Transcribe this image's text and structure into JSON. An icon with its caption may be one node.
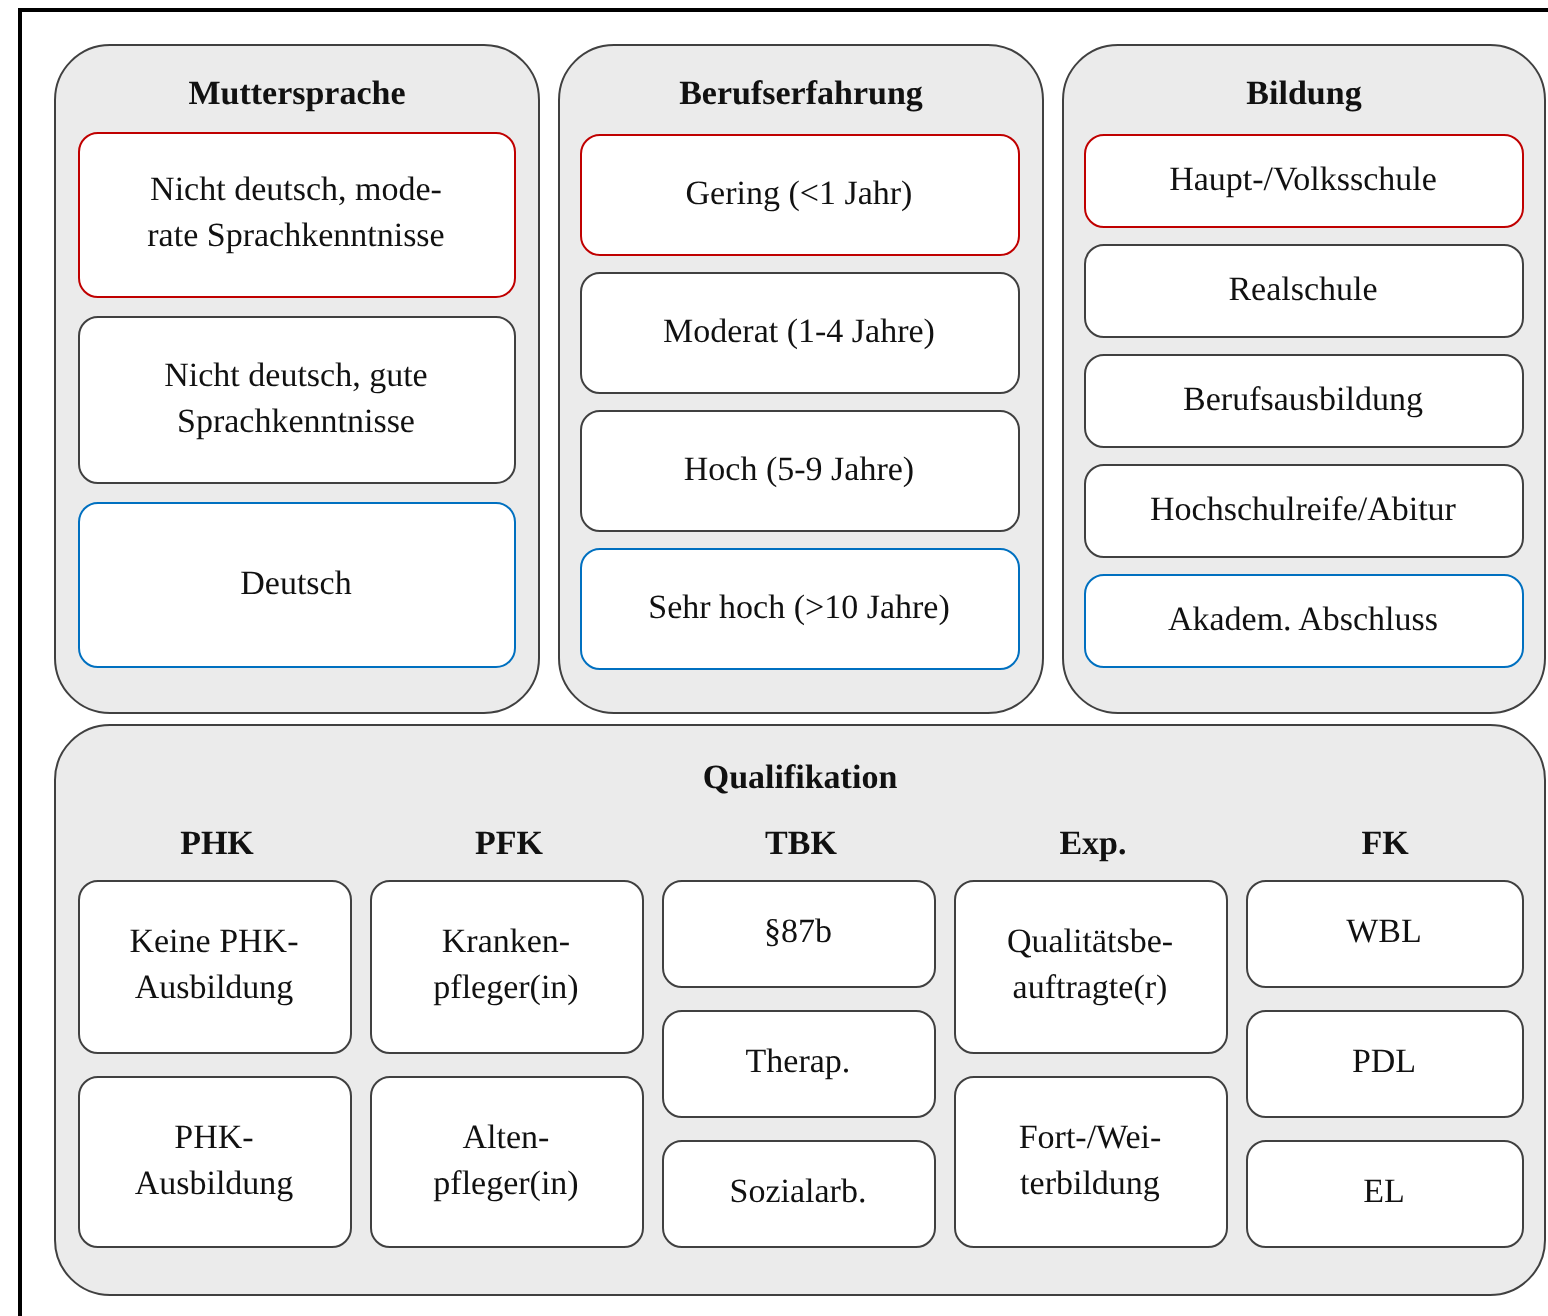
{
  "diagram": {
    "nodes": [
      {
        "text": [
          "Muttersprache"
        ]
      },
      {
        "text": [
          "Nicht deutsch, mode- rate Sprachkenntnisse"
        ],
        "in": 0
      },
      {
        "text": [
          "Nicht deutsch, gute Sprachkenntnisse"
        ],
        "in": 0
      },
      {
        "text": [
          "Deutsch"
        ],
        "in": 0
      },
      {
        "text": [
          "Berufserfahrung"
        ]
      },
      {
        "text": [
          "Gering (<1 Jahr)"
        ],
        "in": 4
      },
      {
        "text": [
          "Moderat (1-4 Jahre)"
        ],
        "in": 4
      },
      {
        "text": [
          "Hoch (5-9 Jahre)"
        ],
        "in": 4
      },
      {
        "text": [
          "Sehr hoch (>10 Jahre)"
        ],
        "in": 4
      },
      {
        "text": [
          "Bildung"
        ]
      },
      {
        "text": [
          "Haupt-/Volksschule"
        ],
        "in": 9
      },
      {
        "text": [
          "Realschule"
        ],
        "in": 9
      },
      {
        "text": [
          "Berufsausbildung"
        ],
        "in": 9
      },
      {
        "text": [
          "Hochschulreife/Abitur"
        ],
        "in": 9
      },
      {
        "text": [
          "Akadem. Abschluss"
        ],
        "in": 9
      },
      {
        "text": [
          "Qualifikation",
          "PHK",
          "PFK",
          "TBK",
          "Exp.",
          "FK"
        ]
      },
      {
        "text": [
          "Keine PHK- Ausbildung"
        ],
        "in": 15
      },
      {
        "text": [
          "PHK- Ausbildung"
        ],
        "in": 15
      },
      {
        "text": [
          "Kranken- pfleger(in)"
        ],
        "in": 15
      },
      {
        "text": [
          "Alten- pfleger(in)"
        ],
        "in": 15
      },
      {
        "text": [
          "§87b"
        ],
        "in": 15
      },
      {
        "text": [
          "Therap."
        ],
        "in": 15
      },
      {
        "text": [
          "Sozialarb."
        ],
        "in": 15
      },
      {
        "text": [
          "Qualitätsbe- auftragte(r)"
        ],
        "in": 15
      },
      {
        "text": [
          "Fort-/Wei- terbildung"
        ],
        "in": 15
      },
      {
        "text": [
          "WBL"
        ],
        "in": 15
      },
      {
        "text": [
          "PDL"
        ],
        "in": 15
      },
      {
        "text": [
          "EL"
        ],
        "in": 15
      }
    ]
  }
}
